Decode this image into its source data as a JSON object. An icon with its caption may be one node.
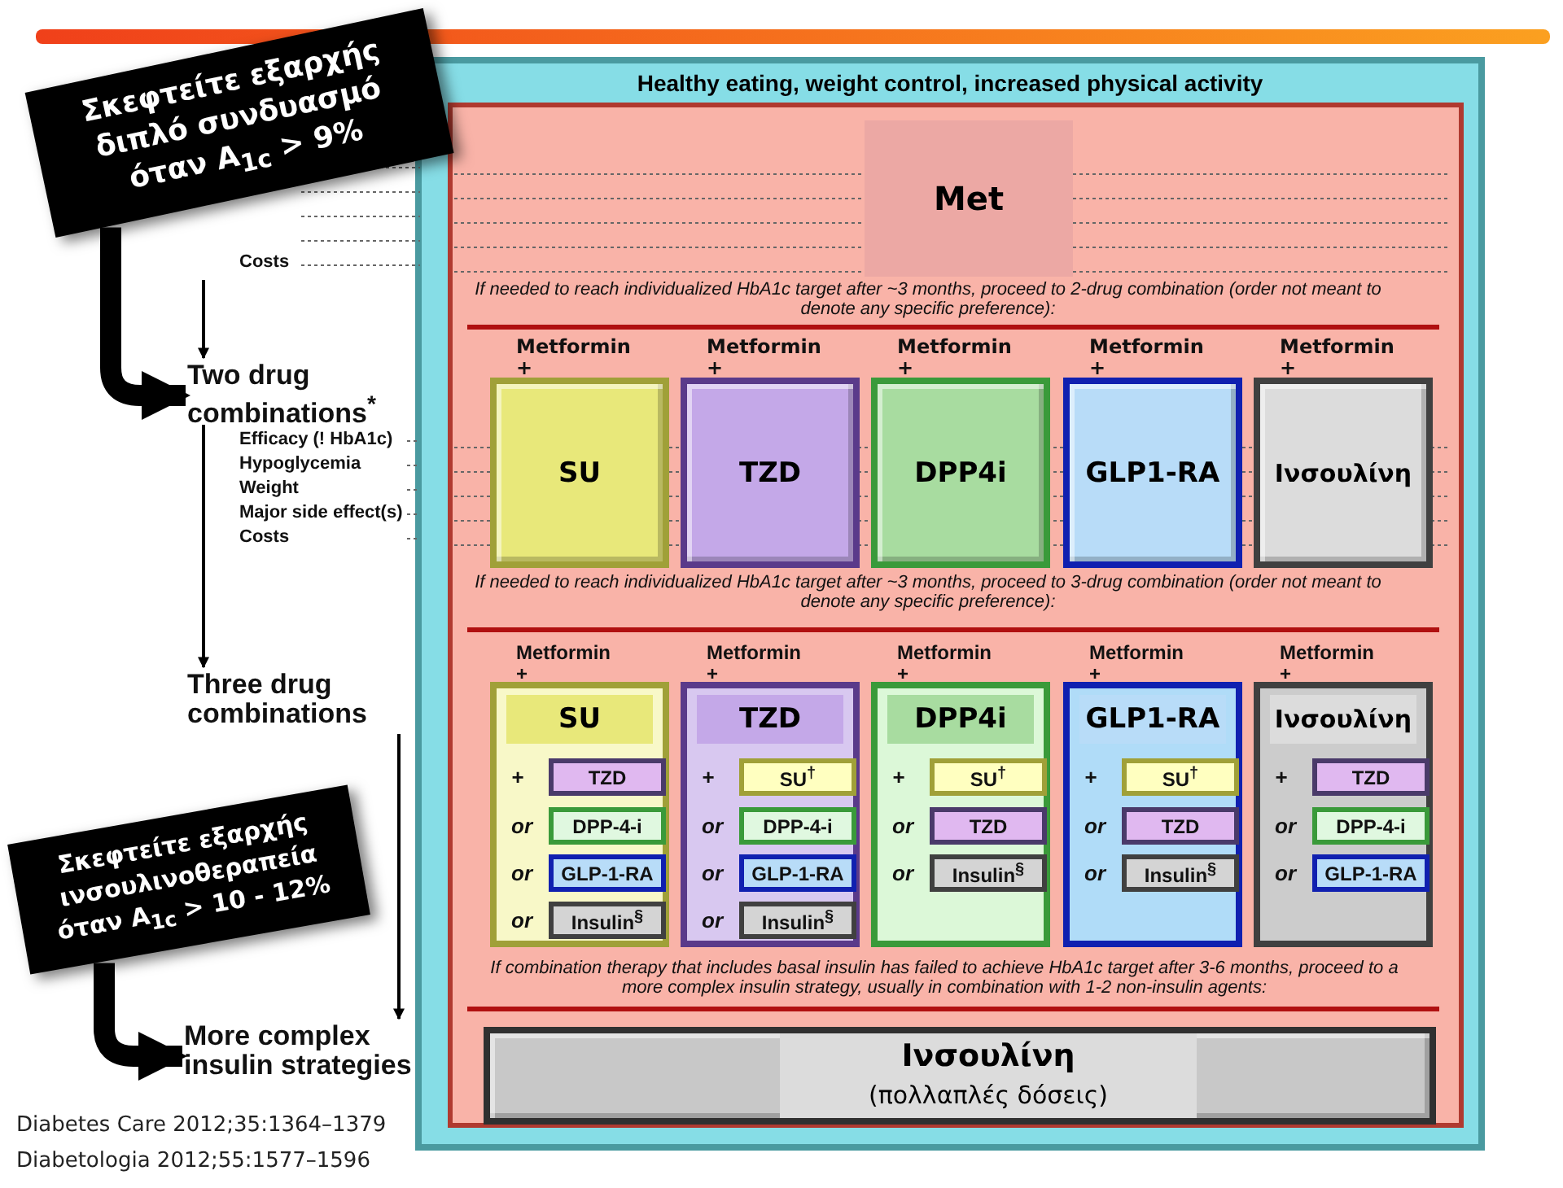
{
  "diagram": {
    "nodes": [
      {
        "text": [
          "Σκεφτείτε εξαρχής διπλό συνδυασμό όταν A$_{1c}$ > 9%"
        ]
      },
      {
        "text": [
          "Healthy eating, weight control, increased physical activity"
        ]
      },
      {
        "text": [
          "Met"
        ],
        "in": 1
      },
      {
        "text": [
          "Two drug combinations$^{*}$"
        ]
      },
      {
        "text": [
          "Metformin +",
          "SU"
        ],
        "in": 1
      },
      {
        "text": [
          "Metformin +",
          "TZD"
        ],
        "in": 1
      },
      {
        "text": [
          "Metformin +",
          "DPP4i"
        ],
        "in": 1
      },
      {
        "text": [
          "Metformin +",
          "GLP1-RA"
        ],
        "in": 1
      },
      {
        "text": [
          "Metformin +",
          "Ινσουλίνη"
        ],
        "in": 1
      },
      {
        "text": [
          "Three drug combinations"
        ]
      },
      {
        "text": [
          "Metformin +",
          "SU"
        ],
        "in": 1
      },
      {
        "text": [
          "TZD"
        ],
        "in": 10,
        "beside": [
          "+"
        ]
      },
      {
        "text": [
          "DPP-4-i"
        ],
        "in": 10,
        "beside": [
          "or"
        ]
      },
      {
        "text": [
          "GLP-1-RA"
        ],
        "in": 10,
        "beside": [
          "or"
        ]
      },
      {
        "text": [
          "Insulin$^{§}$"
        ],
        "in": 10,
        "beside": [
          "or"
        ]
      },
      {
        "text": [
          "Metformin +",
          "TZD"
        ],
        "in": 1
      },
      {
        "text": [
          "SU$^{†}$"
        ],
        "in": 15,
        "beside": [
          "+"
        ]
      },
      {
        "text": [
          "DPP-4-i"
        ],
        "in": 15,
        "beside": [
          "or"
        ]
      },
      {
        "text": [
          "GLP-1-RA"
        ],
        "in": 15,
        "beside": [
          "or"
        ]
      },
      {
        "text": [
          "Insulin$^{§}$"
        ],
        "in": 15,
        "beside": [
          "or"
        ]
      },
      {
        "text": [
          "Metformin +",
          "DPP4i"
        ],
        "in": 1
      },
      {
        "text": [
          "SU$^{†}$"
        ],
        "in": 20,
        "beside": [
          "+"
        ]
      },
      {
        "text": [
          "TZD"
        ],
        "in": 20,
        "beside": [
          "or"
        ]
      },
      {
        "text": [
          "Insulin$^{§}$"
        ],
        "in": 20,
        "beside": [
          "or"
        ]
      },
      {
        "text": [
          "Metformin +",
          "GLP1-RA"
        ],
        "in": 1
      },
      {
        "text": [
          "SU$^{†}$"
        ],
        "in": 24,
        "beside": [
          "+"
        ]
      },
      {
        "text": [
          "TZD"
        ],
        "in": 24,
        "beside": [
          "or"
        ]
      },
      {
        "text": [
          "Insulin$^{§}$"
        ],
        "in": 24,
        "beside": [
          "or"
        ]
      },
      {
        "text": [
          "Metformin +",
          "Ινσουλίνη"
        ],
        "in": 1
      },
      {
        "text": [
          "TZD"
        ],
        "in": 28,
        "beside": [
          "+"
        ]
      },
      {
        "text": [
          "DPP-4-i"
        ],
        "in": 28,
        "beside": [
          "or"
        ]
      },
      {
        "text": [
          "GLP-1-RA"
        ],
        "in": 28,
        "beside": [
          "or"
        ]
      },
      {
        "text": [
          "Σκεφτείτε εξαρχής ινσουλινοθεραπεία όταν A$_{1c}$ > 10 - 12%"
        ]
      },
      {
        "text": [
          "More complex insulin strategies"
        ]
      },
      {
        "text": [
          "Ινσουλίνη",
          "(πολλαπλές δόσεις)"
        ],
        "in": 1
      }
    ],
    "edges": [
      {
        "from": null,
        "to": 3,
        "arrow": "to"
      },
      {
        "from": 0,
        "to": 3,
        "arrow": "to",
        "style": "thick"
      },
      {
        "from": 3,
        "to": 9,
        "arrow": "to"
      },
      {
        "from": 9,
        "to": 33,
        "arrow": "to"
      },
      {
        "from": 32,
        "to": 33,
        "arrow": "to",
        "style": "thick"
      }
    ],
    "labels": [
      "Costs",
      "Efficacy (! HbA1c)",
      "Hypoglycemia",
      "Weight",
      "Major side effect(s)",
      "Costs",
      "If needed to reach individualized HbA1c target after ~3 months, proceed to 2-drug combination (order not meant to denote any specific preference):",
      "If needed to reach individualized HbA1c target after ~3 months, proceed to 3-drug combination (order not meant to denote any specific preference):",
      "If combination therapy that includes basal insulin has failed to achieve HbA1c target after 3-6 months, proceed to a more complex insulin strategy, usually in combination with 1-2 non-insulin agents:",
      "Diabetes Care 2012;35:1364–1379",
      "Diabetologia 2012;55:1577–1596"
    ]
  }
}
